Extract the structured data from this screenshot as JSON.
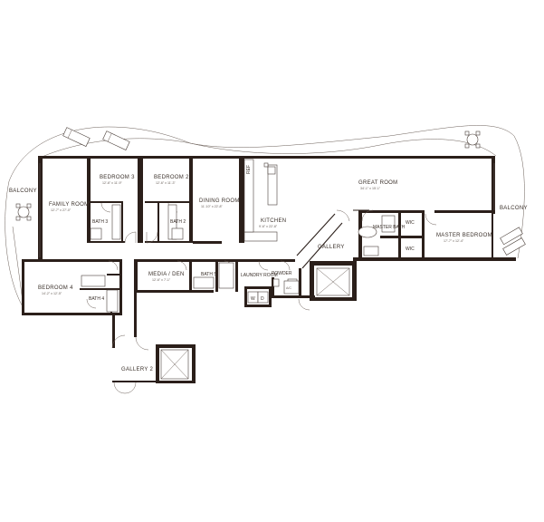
{
  "rooms": {
    "balcony_left": {
      "name": "BALCONY"
    },
    "family_room": {
      "name": "FAMILY ROOM",
      "dim": "12'-7\" x 27'-0\""
    },
    "bedroom_3": {
      "name": "BEDROOM 3",
      "dim": "12'-6\" x 11'-9\""
    },
    "bedroom_2": {
      "name": "BEDROOM 2",
      "dim": "12'-6\" x 11'-3\""
    },
    "dining_room": {
      "name": "DINING ROOM",
      "dim": "11'-10\" x 22'-8\""
    },
    "ref": {
      "name": "REF"
    },
    "kitchen": {
      "name": "KITCHEN",
      "dim": "9'-6\" x 22'-8\""
    },
    "great_room": {
      "name": "GREAT ROOM",
      "dim": "34'-1\" x 15'-1\""
    },
    "bath_3": {
      "name": "BATH 3"
    },
    "bath_2": {
      "name": "BATH 2"
    },
    "gallery": {
      "name": "GALLERY"
    },
    "master_bath": {
      "name": "MASTER BATH"
    },
    "wic_top": {
      "name": "WIC"
    },
    "wic_bottom": {
      "name": "WIC"
    },
    "master_bedroom": {
      "name": "MASTER BEDROOM",
      "dim": "17'-7\" x 12'-4\""
    },
    "balcony_right": {
      "name": "BALCONY"
    },
    "bedroom_4": {
      "name": "BEDROOM 4",
      "dim": "14'-2\" x 12'-5\""
    },
    "bath_4": {
      "name": "BATH 4"
    },
    "media_den": {
      "name": "MEDIA / DEN",
      "dim": "12'-6\" x 7'-1\""
    },
    "bath_5": {
      "name": "BATH 5"
    },
    "laundry_room": {
      "name": "LAUNDRY ROOM"
    },
    "powder": {
      "name": "POWDER"
    },
    "gallery_2": {
      "name": "GALLERY 2"
    }
  },
  "appliances": {
    "washer": "W",
    "dryer": "D",
    "ac": "A/C"
  }
}
